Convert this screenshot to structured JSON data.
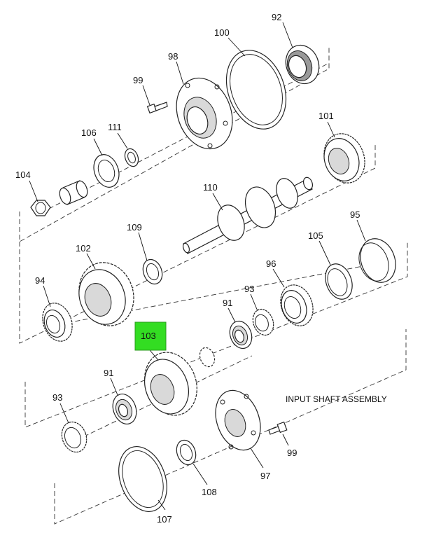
{
  "caption": "INPUT SHAFT ASSEMBLY",
  "highlight_color": "#33dd22",
  "labels": {
    "p92": "92",
    "p100": "100",
    "p98": "98",
    "p99a": "99",
    "p111": "111",
    "p106": "106",
    "p104": "104",
    "p101": "101",
    "p110": "110",
    "p109": "109",
    "p102": "102",
    "p95": "95",
    "p105": "105",
    "p96": "96",
    "p94": "94",
    "p93a": "93",
    "p91a": "91",
    "p103": "103",
    "p91b": "91",
    "p93b": "93",
    "p99b": "99",
    "p97": "97",
    "p108": "108",
    "p107": "107"
  }
}
